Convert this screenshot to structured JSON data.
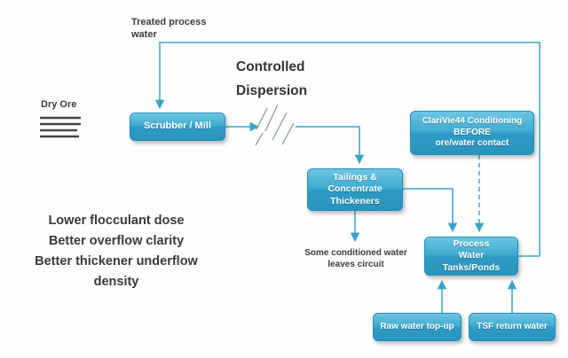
{
  "colors": {
    "box_top": "#6cc6e2",
    "box_bottom": "#2a95bd",
    "arrow": "#38a3c8",
    "text_dark": "#3b3b3d"
  },
  "nodes": {
    "scrubber": "Scrubber / Mill",
    "clarivie": "ClariVie44 Conditioning\nBEFORE\nore/water contact",
    "tailings": "Tailings &\nConcentrate\nThickeners",
    "process": "Process\nWater Tanks/Ponds",
    "raw_water": "Raw water top-up",
    "tsf": "TSF return water"
  },
  "labels": {
    "treated_process_water": "Treated process\nwater",
    "dry_ore": "Dry Ore",
    "controlled_dispersion": "Controlled\nDispersion",
    "benefits": "Lower flocculant dose\nBetter overflow clarity\nBetter thickener underflow\ndensity",
    "some_conditioned": "Some conditioned water\nleaves circuit"
  },
  "icons": {
    "dry_ore_icon": "strata-lines",
    "dispersion_icon": "scatter-slashes"
  },
  "edges": [
    {
      "from": "process",
      "to": "scrubber",
      "style": "solid",
      "note": "treated process water recycle loop"
    },
    {
      "from": "scrubber",
      "to": "dispersion",
      "style": "solid"
    },
    {
      "from": "dispersion",
      "to": "tailings",
      "style": "solid"
    },
    {
      "from": "tailings",
      "to": "some_conditioned_text",
      "style": "solid"
    },
    {
      "from": "tailings",
      "to": "process",
      "style": "solid"
    },
    {
      "from": "clarivie",
      "to": "process",
      "style": "dashed"
    },
    {
      "from": "raw_water",
      "to": "process",
      "style": "solid"
    },
    {
      "from": "tsf",
      "to": "process",
      "style": "solid"
    }
  ]
}
